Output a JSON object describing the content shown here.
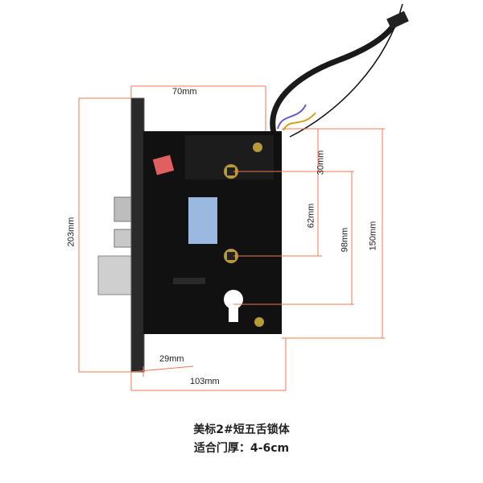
{
  "dimensions": {
    "width_top": "70mm",
    "backset_top": "30mm",
    "handle_to_cylinder": "62mm",
    "top_to_key": "98mm",
    "body_height": "150mm",
    "faceplate_height": "203mm",
    "faceplate_offset": "29mm",
    "body_width": "103mm"
  },
  "caption": {
    "title": "美标2#短五舌锁体",
    "door_thickness": "适合门厚：4-6cm"
  },
  "colors": {
    "dimension_line": "#f07850",
    "lock_body": "#111111"
  }
}
